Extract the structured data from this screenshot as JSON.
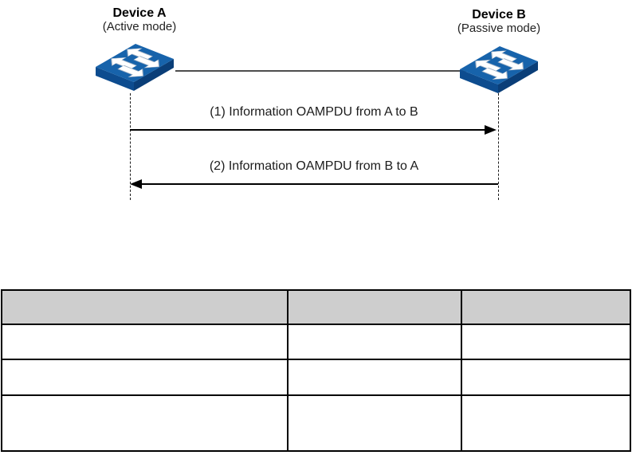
{
  "diagram": {
    "device_a": {
      "name": "Device A",
      "mode": "(Active mode)"
    },
    "device_b": {
      "name": "Device B",
      "mode": "(Passive mode)"
    },
    "link": {
      "color": "#4d4d4d"
    },
    "messages": [
      {
        "label": "(1) Information OAMPDU from A to B",
        "direction": "right"
      },
      {
        "label": "(2) Information OAMPDU from B to A",
        "direction": "left"
      }
    ],
    "icon": {
      "type": "network-switch",
      "top_color": "#1763ab",
      "front_color": "#0d4c8f",
      "side_color": "#0a3e78",
      "arrow_color": "#ffffff"
    }
  },
  "table": {
    "header_bg": "#cecece",
    "border_color": "#000000",
    "columns": [
      {
        "label": ""
      },
      {
        "label": ""
      },
      {
        "label": ""
      }
    ],
    "rows": [
      [
        "",
        "",
        ""
      ],
      [
        "",
        "",
        ""
      ],
      [
        "",
        "",
        ""
      ]
    ]
  }
}
